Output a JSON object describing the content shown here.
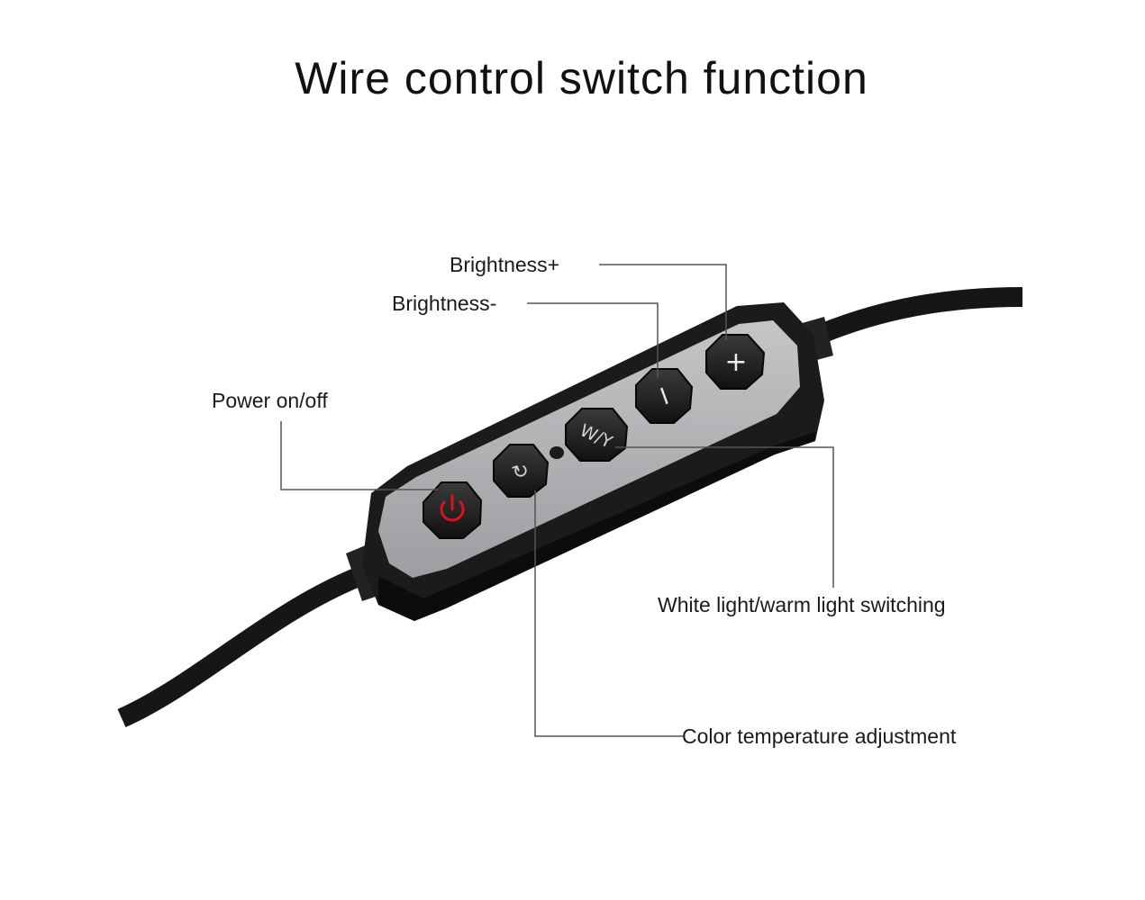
{
  "title": "Wire control switch function",
  "labels": {
    "brightness_plus": "Brightness+",
    "brightness_minus": "Brightness-",
    "power": "Power on/off",
    "white_warm": "White light/warm light switching",
    "color_temp": "Color temperature adjustment"
  },
  "buttons": {
    "plus_symbol": "+",
    "minus_symbol": "−",
    "wy_symbol": "W/Y",
    "cycle_symbol": "↻"
  },
  "colors": {
    "power_red": "#d8141c",
    "panel_gray": "#a9aaac",
    "body_black": "#1b1b1b",
    "leader_line": "#555555"
  }
}
